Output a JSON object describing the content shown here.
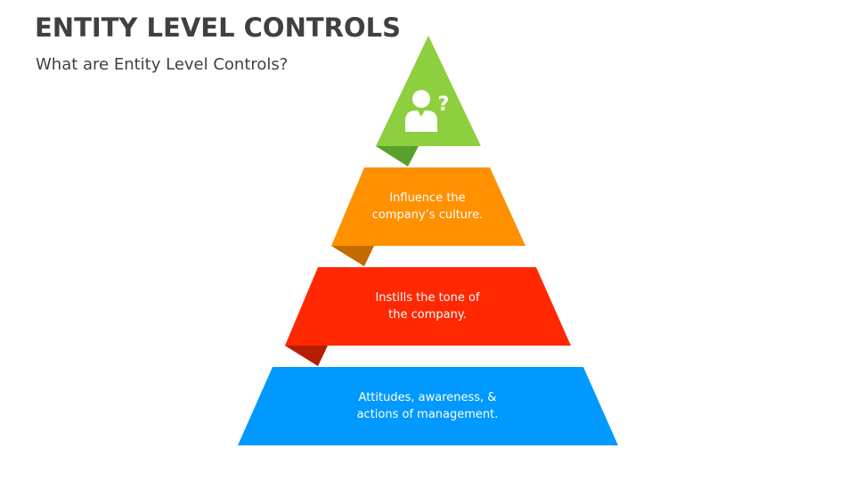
{
  "header": {
    "title": "ENTITY LEVEL CONTROLS",
    "subtitle": "What are Entity Level Controls?"
  },
  "pyramid": {
    "top": {
      "icon": "person-question-icon",
      "color": "#8dcf3f",
      "fold_color": "#5aa02c"
    },
    "tiers": [
      {
        "lines": [
          "Influence the",
          "company’s culture."
        ],
        "color": "#ff9000",
        "fold_color": "#c46a00"
      },
      {
        "lines": [
          "Instills the tone of",
          "the company."
        ],
        "color": "#ff2800",
        "fold_color": "#b51d00"
      },
      {
        "lines": [
          "Attitudes, awareness, &",
          "actions of management."
        ],
        "color": "#0099ff",
        "fold_color": "#0070c0"
      }
    ]
  }
}
